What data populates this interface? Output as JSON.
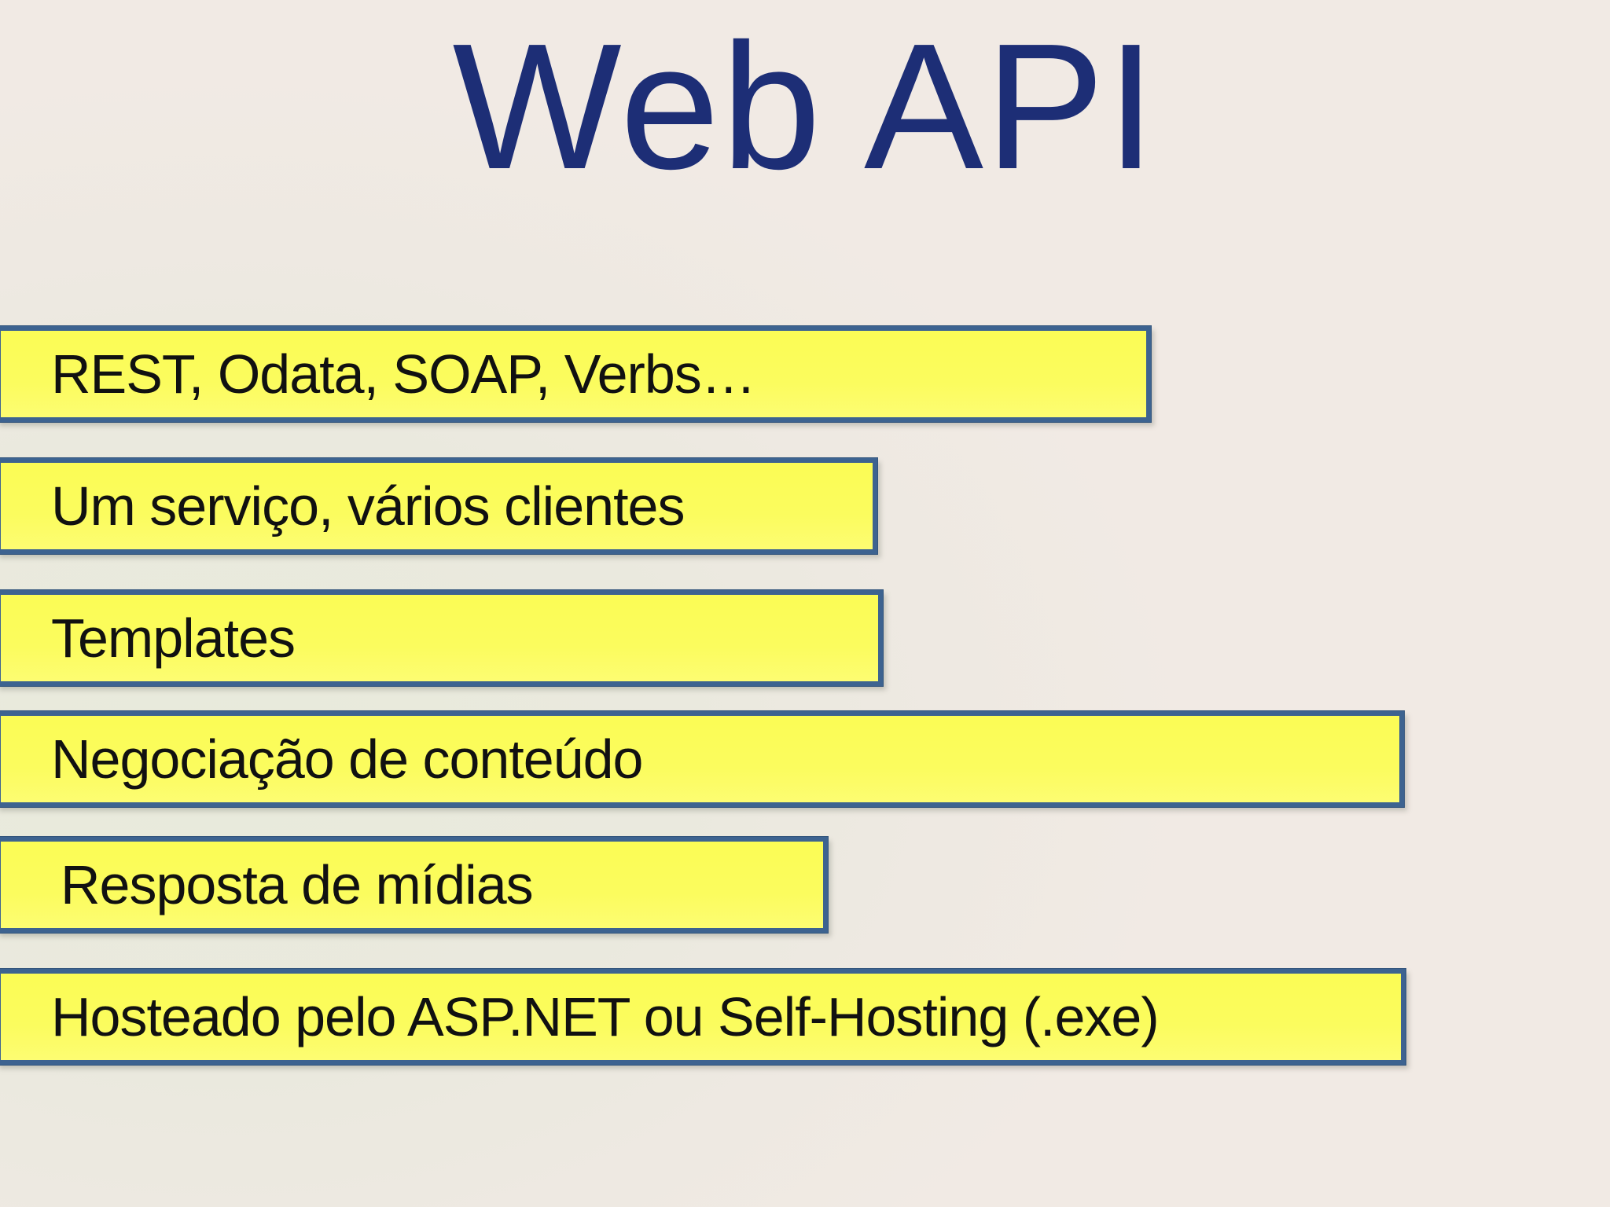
{
  "slide": {
    "title": "Web API",
    "bars": [
      {
        "label": "REST, Odata, SOAP, Verbs…"
      },
      {
        "label": "Um serviço, vários clientes"
      },
      {
        "label": "Templates"
      },
      {
        "label": "Negociação de conteúdo"
      },
      {
        "label": "Resposta de mídias"
      },
      {
        "label": "Hosteado pelo ASP.NET ou Self-Hosting (.exe)"
      }
    ],
    "colors": {
      "background_cream": "#f1eae4",
      "background_green_tint": "#e8eadb",
      "bar_fill_yellow": "#fbfc5e",
      "bar_border_blue": "#3d6390",
      "title_navy": "#1d2e76",
      "bar_text_black": "#111111"
    }
  }
}
